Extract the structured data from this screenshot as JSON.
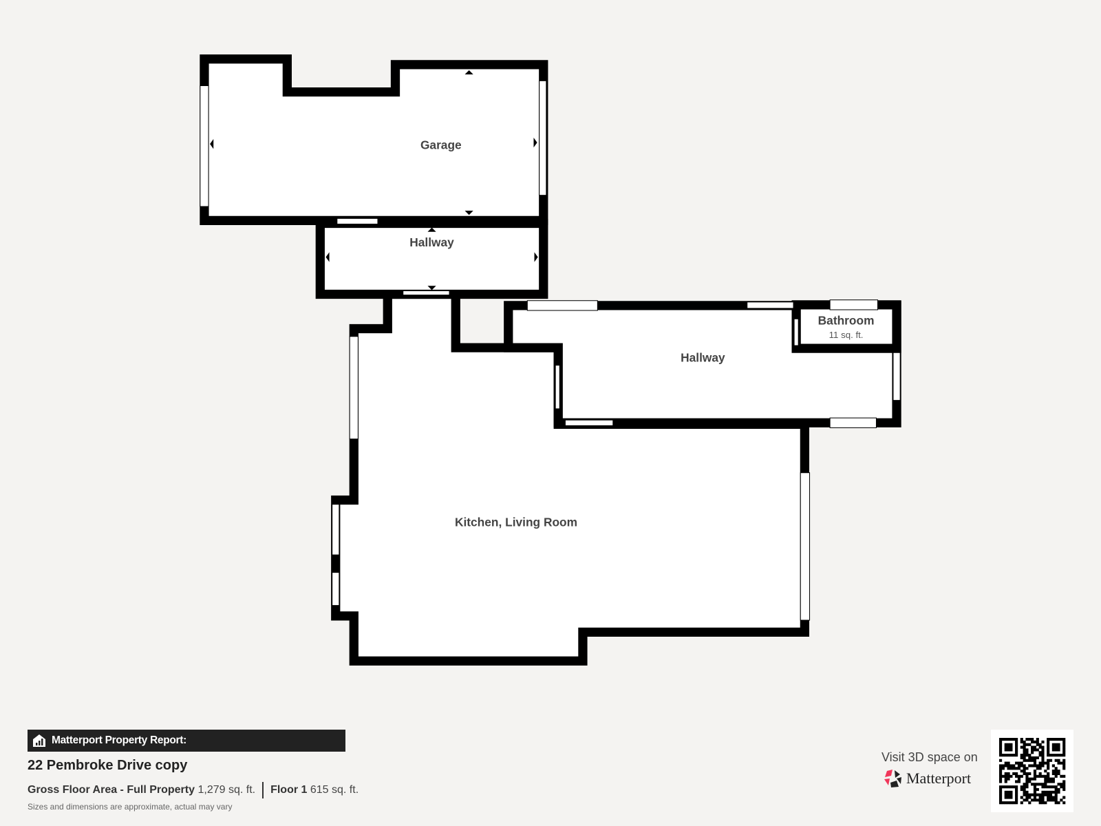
{
  "floorplan": {
    "rooms": [
      {
        "name": "Garage"
      },
      {
        "name": "Hallway"
      },
      {
        "name": "Hallway"
      },
      {
        "name": "Bathroom",
        "area": "11 sq. ft."
      },
      {
        "name": "Kitchen, Living Room"
      }
    ],
    "colors": {
      "wall": "#000000",
      "floor": "#ffffff",
      "background": "#f4f3f1",
      "label": "#444444"
    }
  },
  "report": {
    "header": "Matterport Property Report:",
    "header_icon": "building-chart-icon",
    "property_name": "22 Pembroke Drive copy",
    "gross_label": "Gross Floor Area - Full Property",
    "gross_value": "1,279 sq. ft.",
    "floor_label": "Floor 1",
    "floor_value": "615 sq. ft.",
    "disclaimer": "Sizes and dimensions are approximate, actual may vary"
  },
  "visit": {
    "text": "Visit 3D space on",
    "brand": "Matterport",
    "brand_accent": "#f0365a",
    "qr_icon": "qr-code-icon"
  }
}
